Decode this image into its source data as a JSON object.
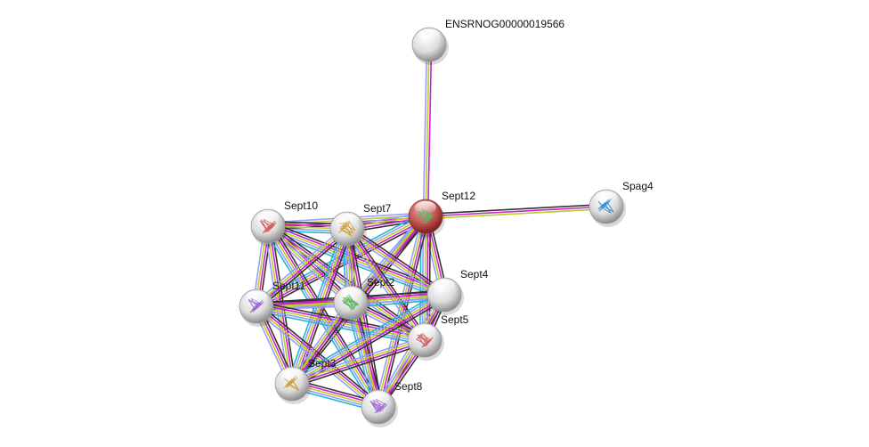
{
  "network": {
    "nodes": [
      {
        "id": "ENSRNOG00000019566",
        "label": "ENSRNOG00000019566",
        "query": false,
        "structure": false
      },
      {
        "id": "Sept12",
        "label": "Sept12",
        "query": true,
        "structure": true
      },
      {
        "id": "Spag4",
        "label": "Spag4",
        "query": false,
        "structure": true
      },
      {
        "id": "Sept10",
        "label": "Sept10",
        "query": false,
        "structure": true
      },
      {
        "id": "Sept7",
        "label": "Sept7",
        "query": false,
        "structure": true
      },
      {
        "id": "Sept11",
        "label": "Sept11",
        "query": false,
        "structure": true
      },
      {
        "id": "Sept2",
        "label": "Sept2",
        "query": false,
        "structure": true
      },
      {
        "id": "Sept4",
        "label": "Sept4",
        "query": false,
        "structure": false
      },
      {
        "id": "Sept5",
        "label": "Sept5",
        "query": false,
        "structure": true
      },
      {
        "id": "Sept3",
        "label": "Sept3",
        "query": false,
        "structure": true
      },
      {
        "id": "Sept8",
        "label": "Sept8",
        "query": false,
        "structure": true
      }
    ],
    "edge_colors": {
      "coexpression": "#333333",
      "experiments": "#d020d0",
      "textmining": "#b8d020",
      "homology": "#9a9aff",
      "databases": "#20b8d0"
    },
    "node_colors": {
      "query": "#c04040",
      "default": "#e6e6e6"
    },
    "special_edges": [
      {
        "a": "ENSRNOG00000019566",
        "b": "Sept12",
        "types": [
          "experiments",
          "textmining",
          "homology"
        ]
      },
      {
        "a": "Sept12",
        "b": "Spag4",
        "types": [
          "coexpression",
          "experiments",
          "textmining"
        ]
      }
    ],
    "cluster": [
      "Sept12",
      "Sept10",
      "Sept7",
      "Sept11",
      "Sept2",
      "Sept4",
      "Sept5",
      "Sept3",
      "Sept8"
    ],
    "cluster_edge_types": [
      "coexpression",
      "experiments",
      "textmining",
      "homology"
    ]
  }
}
